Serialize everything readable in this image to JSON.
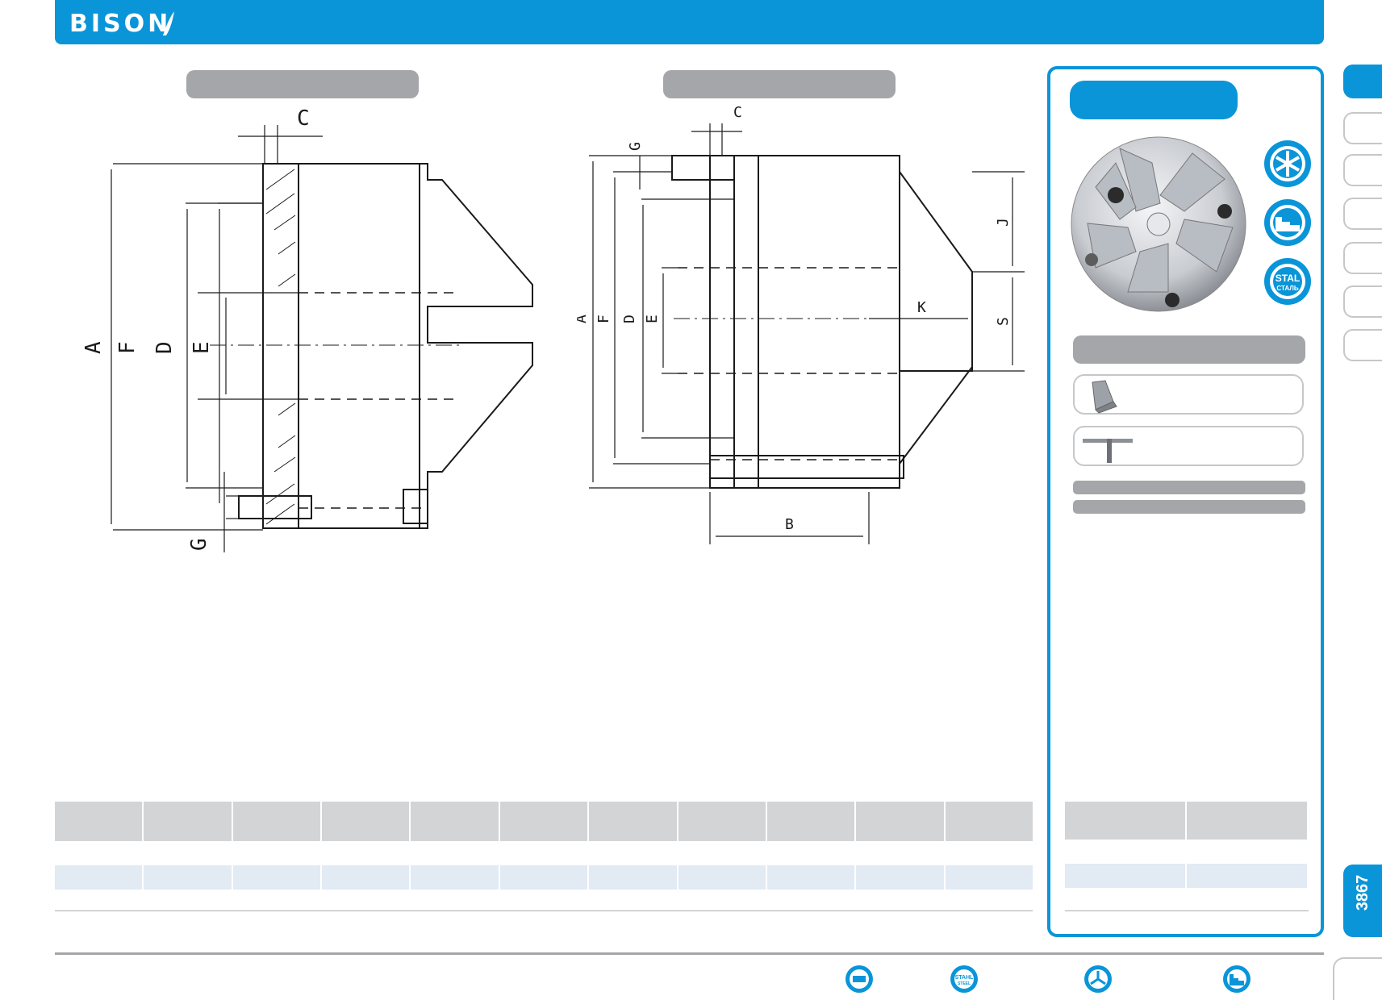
{
  "header": {
    "brand": "BISON"
  },
  "drawings": {
    "left": {
      "labels": {
        "A": "A",
        "F": "F",
        "D": "D",
        "E": "E",
        "C": "C",
        "G": "G"
      }
    },
    "right": {
      "labels": {
        "A": "A",
        "F": "F",
        "D": "D",
        "E": "E",
        "C": "C",
        "G": "G",
        "B": "B",
        "J": "J",
        "K": "K",
        "S": "S"
      }
    }
  },
  "panel": {
    "badges": [
      "six-jaw-icon",
      "stepped-jaw-icon",
      "stal-badge-icon"
    ],
    "stal_badge": {
      "line1": "STAL",
      "line2": "СТАЛЬ"
    },
    "accessories": [
      "jaw-set-icon",
      "chuck-key-icon"
    ]
  },
  "side_tabs": {
    "page_number": "3867"
  },
  "footer": {
    "icons": [
      "gear-badge-icon",
      "stahl-steel-badge-icon",
      "three-jaw-badge-icon",
      "stepped-jaw-badge-icon"
    ],
    "stahl_badge": {
      "line1": "STAHL",
      "line2": "STEEL"
    }
  },
  "colors": {
    "brand_blue": "#0a95d8",
    "pill_gray": "#a5a6a9",
    "table_header_gray": "#d3d4d6",
    "row_blue": "#e2eaf4"
  }
}
